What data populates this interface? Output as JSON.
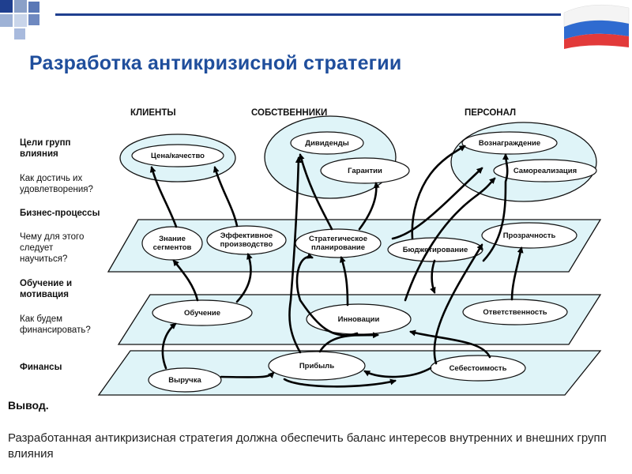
{
  "title": "Разработка антикризисной стратегии",
  "columns": {
    "clients": "КЛИЕНТЫ",
    "owners": "СОБСТВЕННИКИ",
    "staff": "ПЕРСОНАЛ"
  },
  "side": {
    "goals": "Цели групп влияния",
    "goals_q": "Как достичь их удовлетворения?",
    "business": "Бизнес-процессы",
    "business_q": "Чему для этого следует научиться?",
    "learning": "Обучение и мотивация",
    "learning_q": "Как будем финансировать?",
    "finance": "Финансы"
  },
  "nodes": {
    "price_quality": "Цена/качество",
    "dividends": "Дивиденды",
    "guarantees": "Гарантии",
    "reward": "Вознаграждение",
    "self_real": "Самореализация",
    "segments": "Знание сегментов",
    "effective": "Эффективное производство",
    "strategic": "Стратегическое планирование",
    "budgeting": "Бюджетирование",
    "transparency": "Прозрачность",
    "training": "Обучение",
    "innovation": "Инновации",
    "responsibility": "Ответственность",
    "revenue": "Выручка",
    "profit": "Прибыль",
    "cost": "Себестоимость"
  },
  "conclusion": {
    "heading": "Вывод.",
    "text": "Разработанная антикризисная стратегия должна обеспечить баланс интересов внутренних и внешних групп влияния"
  },
  "colors": {
    "title": "#1f4e9c",
    "fill": "#dff4f8",
    "node_fill": "#ffffff"
  }
}
